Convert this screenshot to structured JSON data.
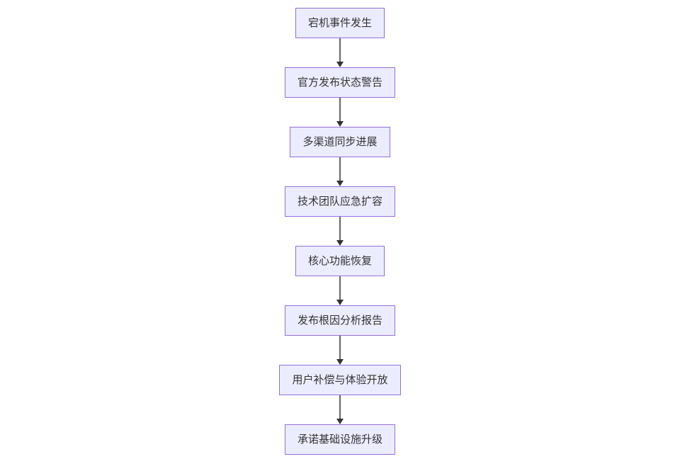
{
  "diagram": {
    "type": "flowchart",
    "direction": "top-down",
    "nodes": [
      {
        "label": "宕机事件发生"
      },
      {
        "label": "官方发布状态警告"
      },
      {
        "label": "多渠道同步进展"
      },
      {
        "label": "技术团队应急扩容"
      },
      {
        "label": "核心功能恢复"
      },
      {
        "label": "发布根因分析报告"
      },
      {
        "label": "用户补偿与体验开放"
      },
      {
        "label": "承诺基础设施升级"
      }
    ],
    "edges": [
      {
        "from": 0,
        "to": 1
      },
      {
        "from": 1,
        "to": 2
      },
      {
        "from": 2,
        "to": 3
      },
      {
        "from": 3,
        "to": 4
      },
      {
        "from": 4,
        "to": 5
      },
      {
        "from": 5,
        "to": 6
      },
      {
        "from": 6,
        "to": 7
      }
    ],
    "arrow_style": "filled-triangle-down",
    "colors": {
      "background": "#ffffff",
      "node_fill": "#ECECFF",
      "node_border": "#9370DB",
      "node_text": "#333333",
      "arrow_line": "#666666",
      "arrowhead": "#333333"
    }
  }
}
